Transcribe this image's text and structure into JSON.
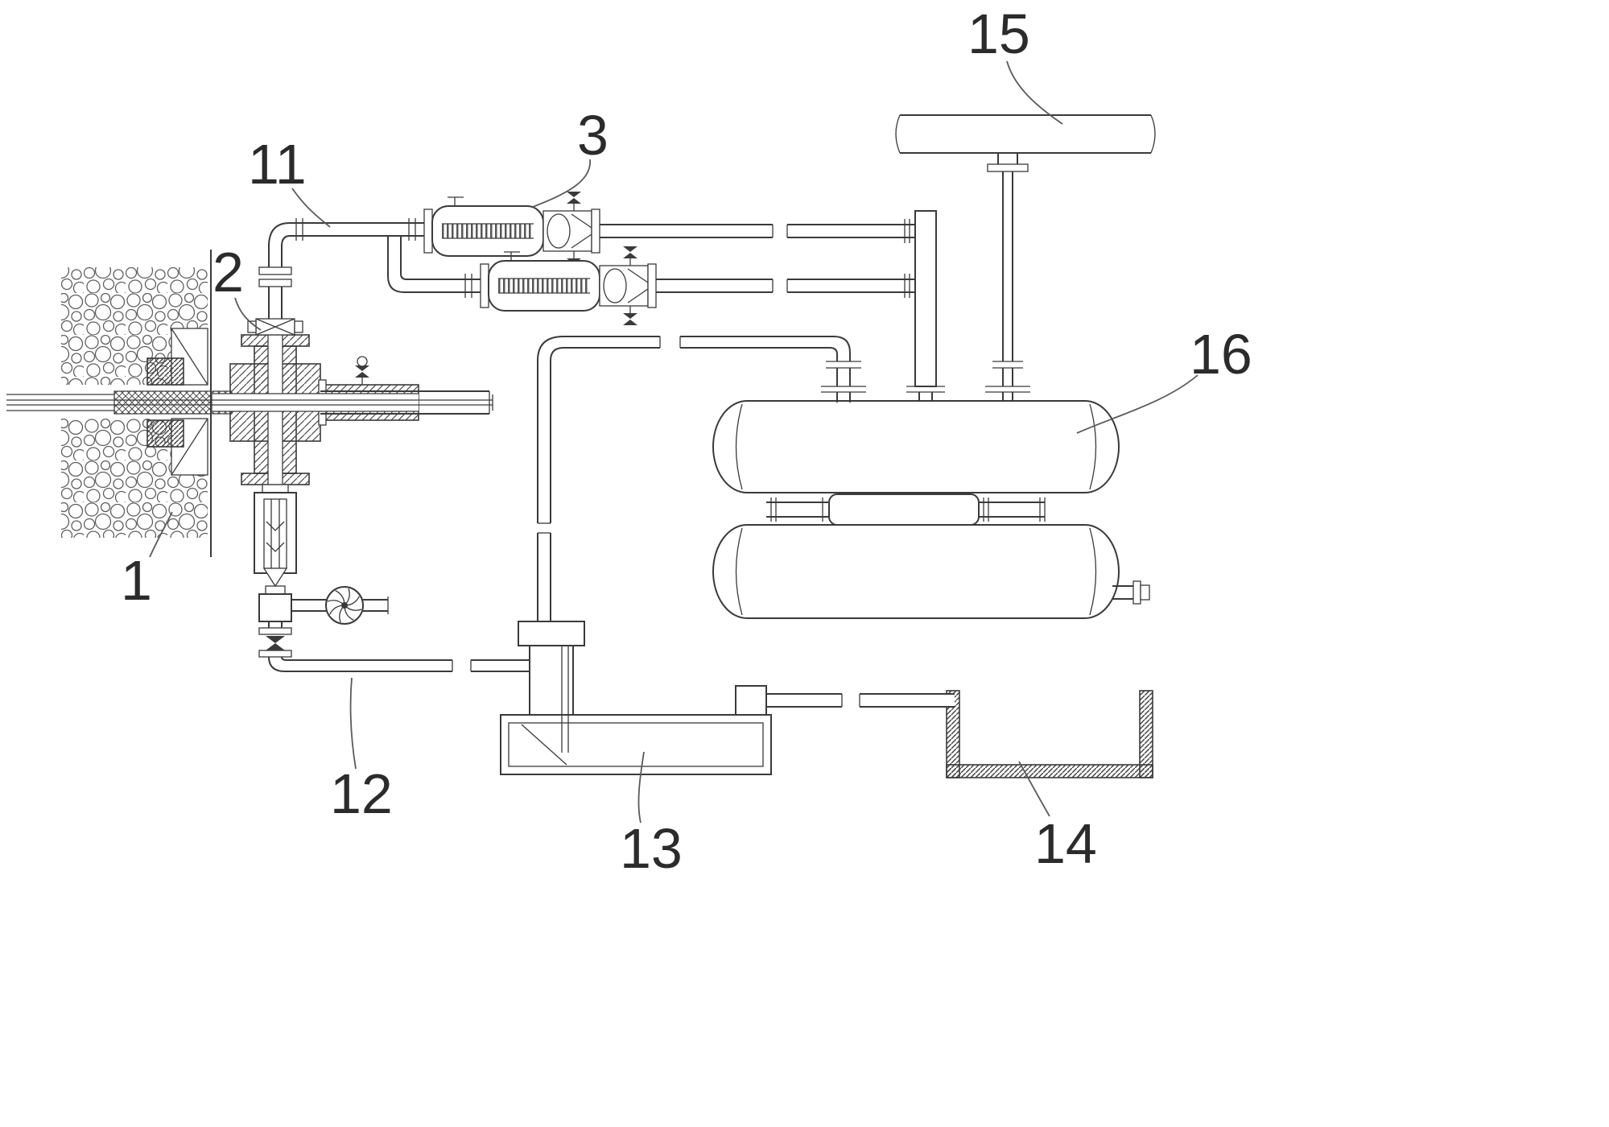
{
  "figure": {
    "labels": {
      "n1": "1",
      "n2": "2",
      "n3": "3",
      "n11": "11",
      "n12": "12",
      "n13": "13",
      "n14": "14",
      "n15": "15",
      "n16": "16"
    },
    "colors": {
      "background": "#ffffff",
      "line": "#3a3a3a",
      "label_text": "#2b2b2b"
    }
  }
}
